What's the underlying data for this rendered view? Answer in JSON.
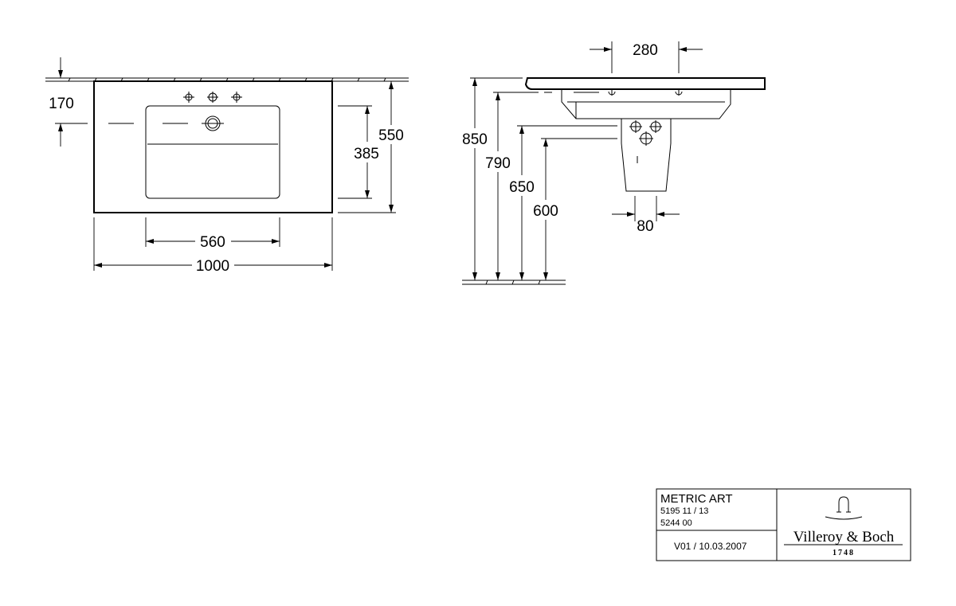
{
  "top_view": {
    "dim_170": "170",
    "dim_385": "385",
    "dim_550": "550",
    "dim_560": "560",
    "dim_1000": "1000"
  },
  "side_view": {
    "dim_280": "280",
    "dim_850": "850",
    "dim_790": "790",
    "dim_650": "650",
    "dim_600": "600",
    "dim_80": "80"
  },
  "title_block": {
    "product": "METRIC ART",
    "code_1": "5195 11 / 13",
    "code_2": "5244 00",
    "version": "V01 / 10.03.2007",
    "brand": "Villeroy & Boch",
    "year": "1748"
  }
}
